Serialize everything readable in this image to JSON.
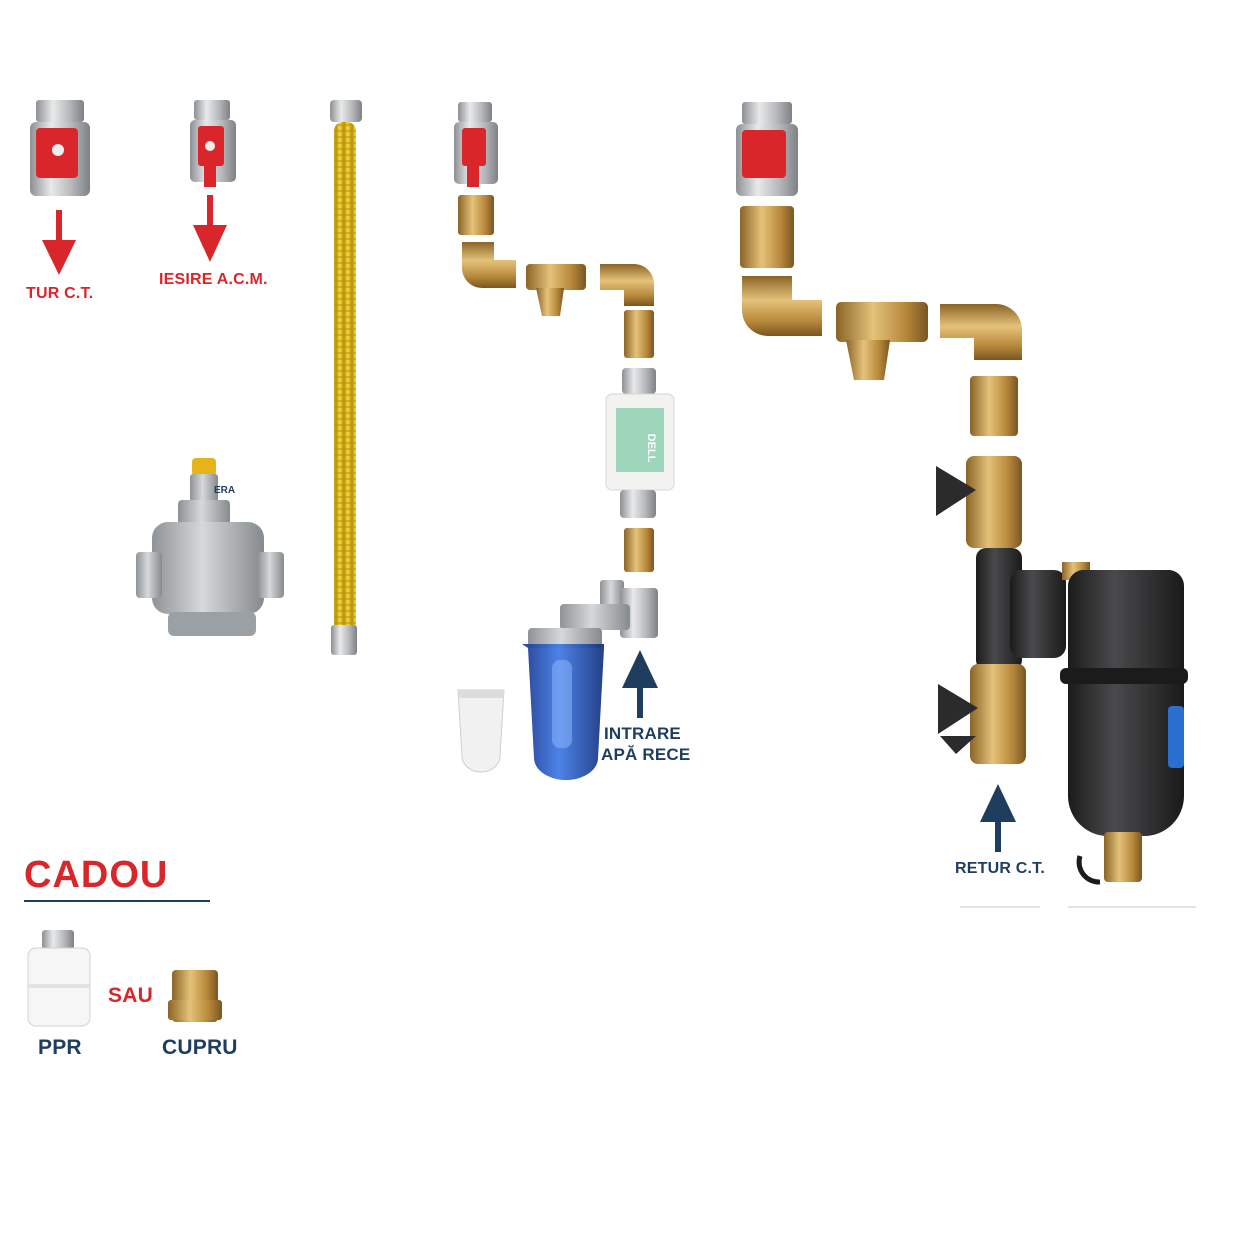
{
  "labels": {
    "tur_ct": "TUR C.T.",
    "iesire_acm": "IESIRE A.C.M.",
    "intrare_line1": "INTRARE",
    "intrare_line2": "APĂ RECE",
    "retur_ct": "RETUR C.T.",
    "cadou": "CADOU",
    "sau": "SAU",
    "ppr": "PPR",
    "cupru": "CUPRU"
  },
  "product_marks": {
    "dell_label": "DELL",
    "era_label": "ERA"
  },
  "colors": {
    "label_red": "#d8262a",
    "label_navy": "#1f3d5e",
    "brass": "#c9a154",
    "chrome": "#c7c9cc",
    "valve_handle": "#d8262a",
    "flex_hose": "#e8c21a",
    "filter_blue": "#1f56c9",
    "filter_black": "#2a2a2c"
  },
  "icons": {
    "down_arrow": "arrow-down-icon",
    "up_arrow": "arrow-up-icon"
  }
}
